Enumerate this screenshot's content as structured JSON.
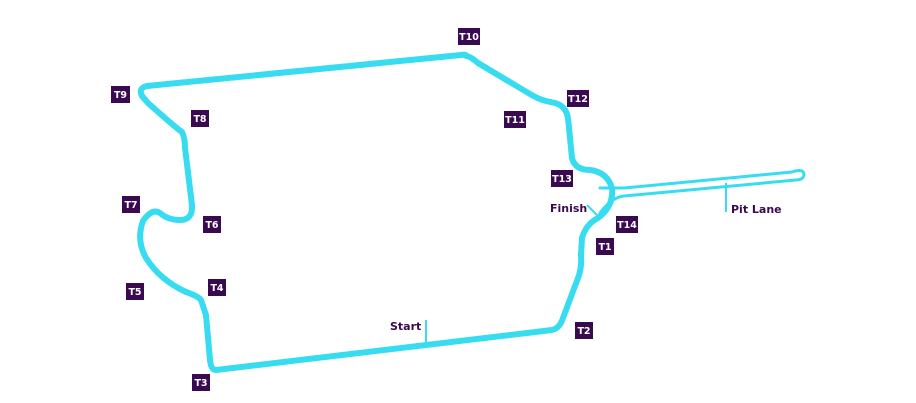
{
  "colors": {
    "track": "#38dcf0",
    "marker_fill": "#3a0a50",
    "marker_text": "#ffffff",
    "label_text": "#3a0a50"
  },
  "labels": {
    "start": "Start",
    "finish": "Finish",
    "pit_lane": "Pit Lane"
  },
  "turns": [
    "T1",
    "T2",
    "T3",
    "T4",
    "T5",
    "T6",
    "T7",
    "T8",
    "T9",
    "T10",
    "T11",
    "T12",
    "T13",
    "T14"
  ]
}
